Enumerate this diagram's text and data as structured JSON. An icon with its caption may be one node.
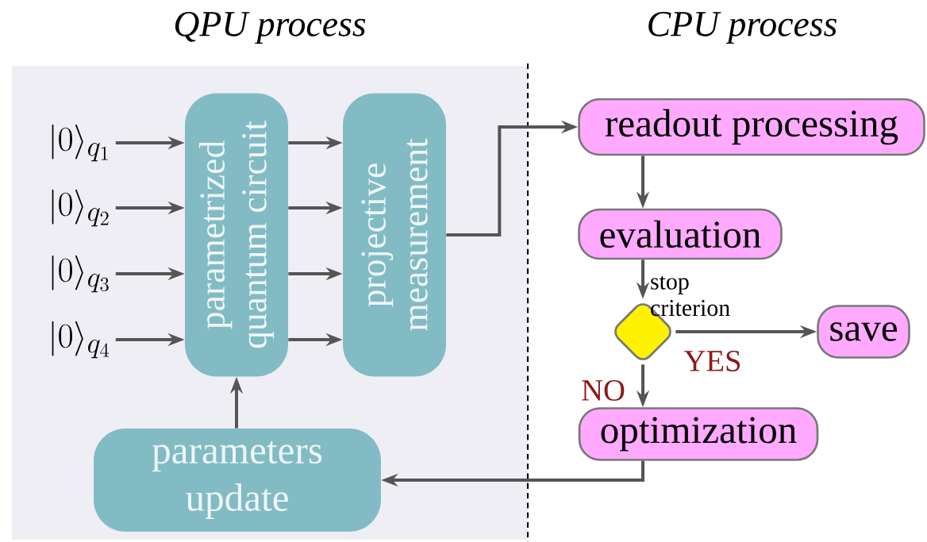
{
  "diagram": {
    "nodes": [
      {
        "text": [
          "|0\\rangle_{q_1}"
        ]
      },
      {
        "text": [
          "|0\\rangle_{q_2}"
        ]
      },
      {
        "text": [
          "|0\\rangle_{q_3}"
        ]
      },
      {
        "text": [
          "|0\\rangle_{q_4}"
        ]
      },
      {
        "text": [
          "parametrized quantum circuit"
        ]
      },
      {
        "text": [
          "projective measurement"
        ]
      },
      {
        "text": [
          "readout processing"
        ]
      },
      {
        "text": [
          "evaluation"
        ]
      },
      {
        "text": [],
        "shape": "diamond",
        "beside": [
          "stop criterion"
        ]
      },
      {
        "text": [
          "save"
        ]
      },
      {
        "text": [
          "optimization"
        ]
      },
      {
        "text": [
          "parameters update"
        ]
      }
    ],
    "edges": [
      {
        "from": 0,
        "to": 4,
        "arrow": "to"
      },
      {
        "from": 1,
        "to": 4,
        "arrow": "to"
      },
      {
        "from": 2,
        "to": 4,
        "arrow": "to"
      },
      {
        "from": 3,
        "to": 4,
        "arrow": "to"
      },
      {
        "from": 4,
        "to": 5,
        "arrow": "to"
      },
      {
        "from": 4,
        "to": 5,
        "arrow": "to"
      },
      {
        "from": 4,
        "to": 5,
        "arrow": "to"
      },
      {
        "from": 4,
        "to": 5,
        "arrow": "to"
      },
      {
        "from": 5,
        "to": 6,
        "arrow": "to"
      },
      {
        "from": 6,
        "to": 7,
        "arrow": "to"
      },
      {
        "from": 7,
        "to": 8,
        "arrow": "to"
      },
      {
        "from": 8,
        "to": 9,
        "arrow": "to",
        "label": "YES"
      },
      {
        "from": 8,
        "to": 10,
        "arrow": "to",
        "label": "NO"
      },
      {
        "from": 10,
        "to": 11,
        "arrow": "to"
      },
      {
        "from": 11,
        "to": 4,
        "arrow": "to"
      }
    ],
    "labels": [
      "QPU process",
      "CPU process"
    ]
  }
}
